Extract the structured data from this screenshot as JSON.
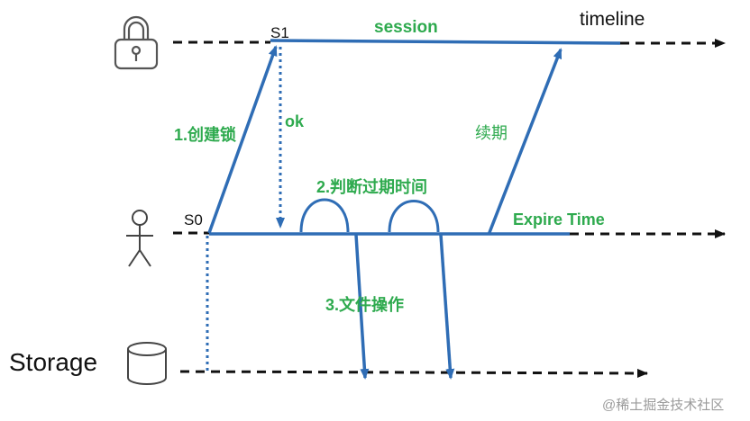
{
  "labels": {
    "timeline": "timeline",
    "session": "session",
    "s1": "S1",
    "s0": "S0",
    "ok": "ok",
    "create_lock": "1.创建锁",
    "renew": "续期",
    "check_expire": "2.判断过期时间",
    "expire_time": "Expire Time",
    "file_ops": "3.文件操作",
    "storage": "Storage"
  },
  "watermark": "@稀土掘金技术社区",
  "icons": {
    "lock": "lock-icon",
    "person": "person-icon",
    "storage": "database-icon"
  },
  "colors": {
    "line_blue": "#2f6db5",
    "dot_blue": "#2f6db5",
    "text_green": "#2eaa4e",
    "text_black": "#111111"
  }
}
